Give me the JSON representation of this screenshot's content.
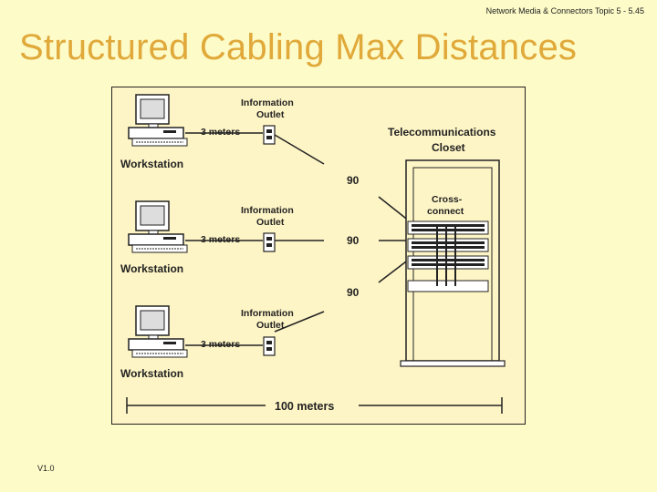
{
  "header": "Network Media & Connectors Topic 5 - 5.45",
  "title": "Structured Cabling Max Distances",
  "diagram": {
    "workstation_label": "Workstation",
    "outlet_label_line1": "Information",
    "outlet_label_line2": "Outlet",
    "patch_distance": "3 meters",
    "horizontal_distance": "90",
    "closet_label_line1": "Telecommunications",
    "closet_label_line2": "Closet",
    "crossconnect_line1": "Cross-",
    "crossconnect_line2": "connect",
    "total_distance": "100 meters"
  },
  "footer": "V1.0"
}
